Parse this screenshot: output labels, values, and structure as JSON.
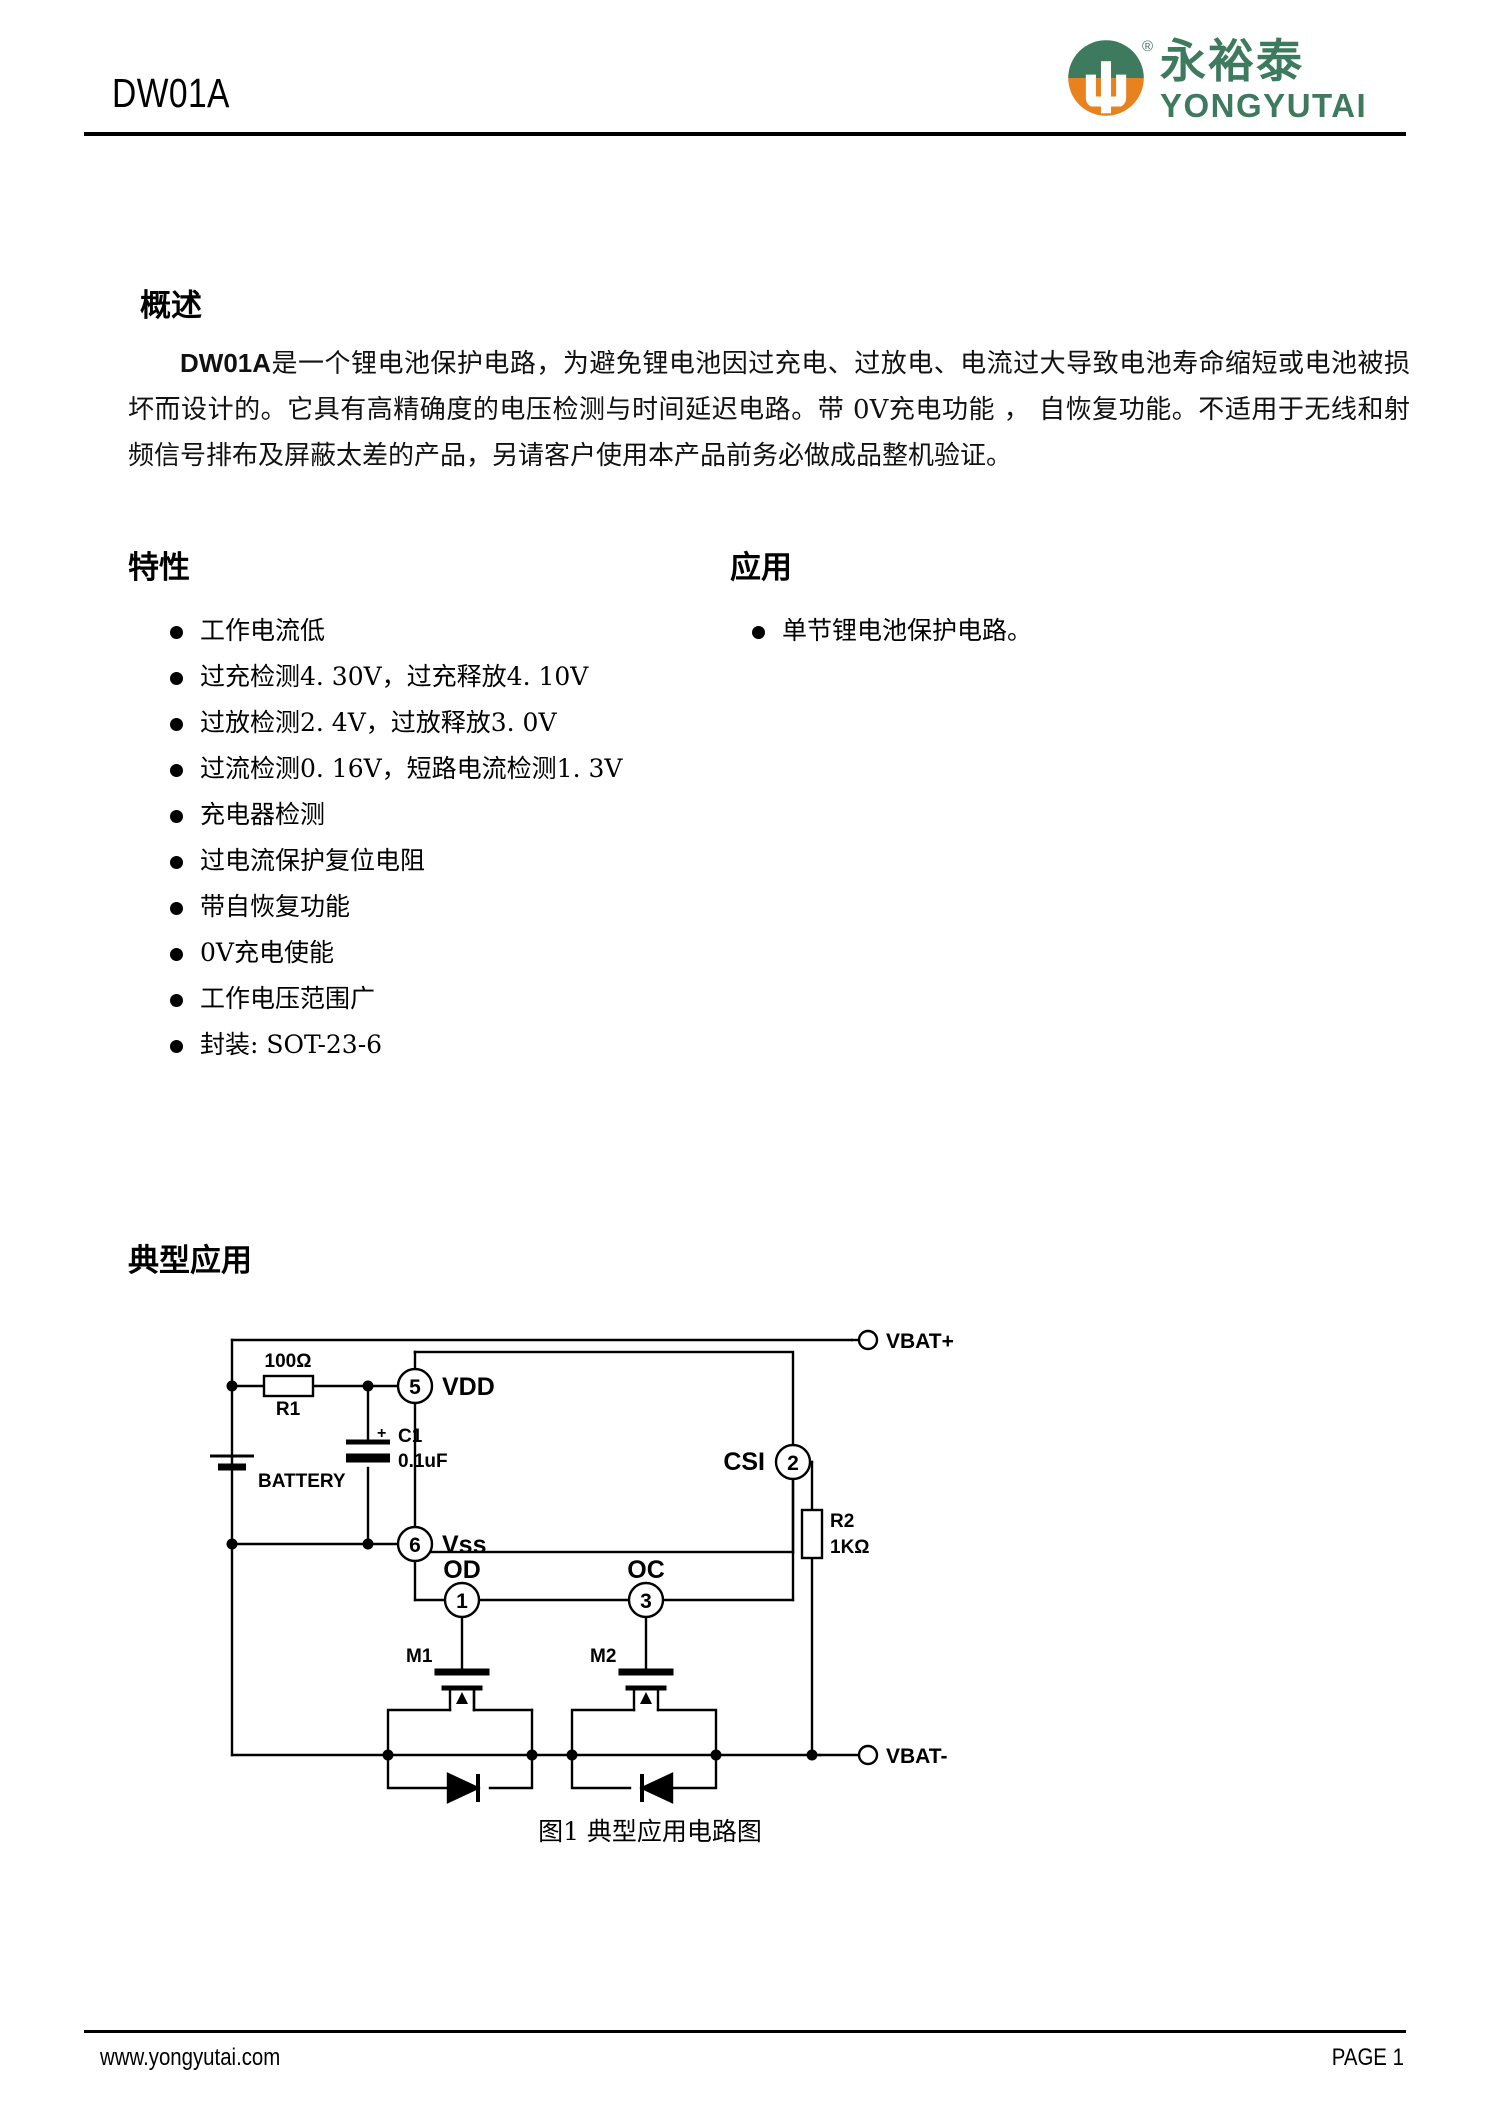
{
  "header": {
    "part_number": "DW01A",
    "logo": {
      "registered_mark": "®",
      "chinese_name": "永裕泰",
      "english_name": "YONGYUTAI",
      "green": "#3d7a5e",
      "orange": "#e8821e"
    }
  },
  "overview": {
    "heading": "概述",
    "lead": "DW01A",
    "body": "是一个锂电池保护电路，为避免锂电池因过充电、过放电、电流过大导致电池寿命缩短或电池被损坏而设计的。它具有高精确度的电压检测与时间延迟电路。带 0V充电功能 ， 自恢复功能。不适用于无线和射频信号排布及屏蔽太差的产品，另请客户使用本产品前务必做成品整机验证。"
  },
  "features": {
    "heading": "特性",
    "items": [
      "工作电流低",
      "过充检测4. 30V，过充释放4. 10V",
      "过放检测2. 4V，过放释放3. 0V",
      "过流检测0. 16V，短路电流检测1. 3V",
      "充电器检测",
      "过电流保护复位电阻",
      "带自恢复功能",
      "0V充电使能",
      "工作电压范围广",
      "封装: SOT-23-6"
    ]
  },
  "applications": {
    "heading": "应用",
    "items": [
      "单节锂电池保护电路。"
    ]
  },
  "typical_application": {
    "heading": "典型应用",
    "caption": "图1 典型应用电路图",
    "labels": {
      "r1_value": "100Ω",
      "r1_ref": "R1",
      "battery": "BATTERY",
      "c1_ref": "C1",
      "c1_value": "0.1uF",
      "c1_polarity": "+",
      "r2_ref": "R2",
      "r2_value": "1KΩ",
      "m1": "M1",
      "m2": "M2",
      "vbat_plus": "VBAT+",
      "vbat_minus": "VBAT-"
    },
    "pins": [
      {
        "number": "5",
        "name": "VDD"
      },
      {
        "number": "6",
        "name": "Vss"
      },
      {
        "number": "2",
        "name": "CSI"
      },
      {
        "number": "1",
        "name": "OD"
      },
      {
        "number": "3",
        "name": "OC"
      }
    ]
  },
  "footer": {
    "website": "www.yongyutai.com",
    "page": "PAGE  1"
  }
}
